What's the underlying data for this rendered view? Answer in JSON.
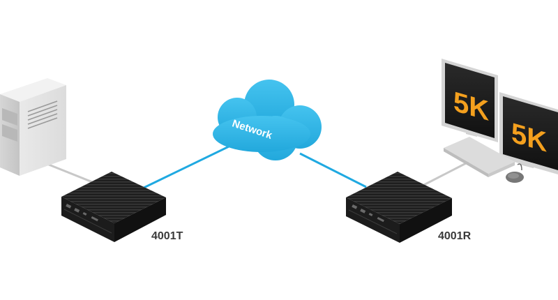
{
  "cloud": {
    "label": "Network"
  },
  "transmitter": {
    "label": "4001T"
  },
  "receiver": {
    "label": "4001R"
  },
  "monitors": [
    {
      "label": "5K"
    },
    {
      "label": "5K"
    }
  ],
  "colors": {
    "link": "#1fa9e1",
    "cable": "#c8c8c8",
    "cloud": "#2bb6e6",
    "box_dark": "#1c1c1c",
    "monitor_text": "#f4a01e",
    "label": "#3a3a3a"
  },
  "icons": [
    "computer-tower-icon",
    "network-cloud-icon",
    "kvm-extender-icon",
    "monitor-icon",
    "keyboard-icon",
    "mouse-icon"
  ]
}
